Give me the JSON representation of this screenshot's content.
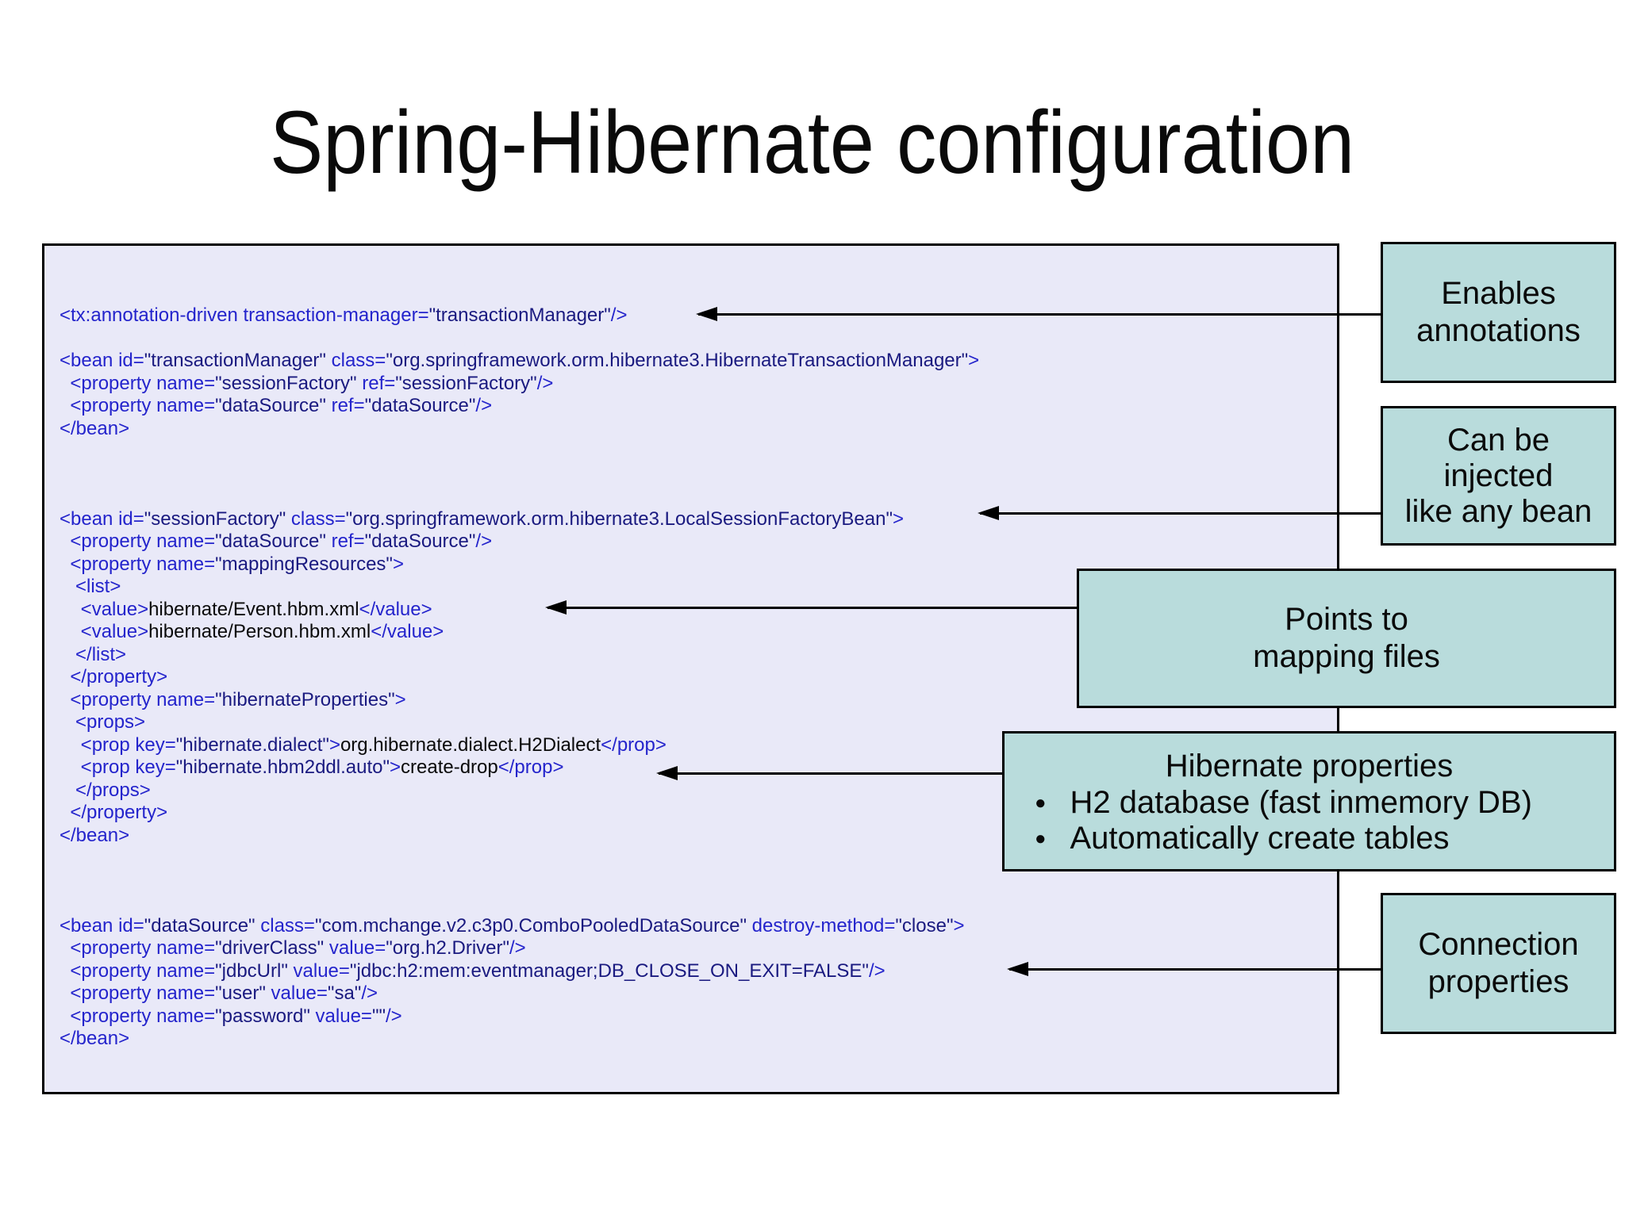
{
  "colors": {
    "tag_blue": "#2424cc",
    "value_navy": "#1a1a80",
    "content_black": "#0a0a0a",
    "panel_lavender": "#e9e9f8",
    "callout_teal": "#b9dcdc",
    "border_black": "#000000"
  },
  "title": "Spring-Hibernate configuration",
  "code": {
    "lines": [
      [
        {
          "c": "tag",
          "t": "<tx:annotation-driven transaction-manager="
        },
        {
          "c": "val",
          "t": "\"transactionManager\""
        },
        {
          "c": "tag",
          "t": "/>"
        }
      ],
      "",
      [
        {
          "c": "tag",
          "t": "<bean id="
        },
        {
          "c": "val",
          "t": "\"transactionManager\""
        },
        {
          "c": "tag",
          "t": " class="
        },
        {
          "c": "val",
          "t": "\"org.springframework.orm.hibernate3.HibernateTransactionManager\""
        },
        {
          "c": "tag",
          "t": ">"
        }
      ],
      [
        {
          "c": "tag",
          "t": "  <property name="
        },
        {
          "c": "val",
          "t": "\"sessionFactory\""
        },
        {
          "c": "tag",
          "t": " ref="
        },
        {
          "c": "val",
          "t": "\"sessionFactory\""
        },
        {
          "c": "tag",
          "t": "/>"
        }
      ],
      [
        {
          "c": "tag",
          "t": "  <property name="
        },
        {
          "c": "val",
          "t": "\"dataSource\""
        },
        {
          "c": "tag",
          "t": " ref="
        },
        {
          "c": "val",
          "t": "\"dataSource\""
        },
        {
          "c": "tag",
          "t": "/>"
        }
      ],
      [
        {
          "c": "tag",
          "t": "</bean>"
        }
      ],
      "",
      "",
      "",
      [
        {
          "c": "tag",
          "t": "<bean id="
        },
        {
          "c": "val",
          "t": "\"sessionFactory\""
        },
        {
          "c": "tag",
          "t": " class="
        },
        {
          "c": "val",
          "t": "\"org.springframework.orm.hibernate3.LocalSessionFactoryBean\""
        },
        {
          "c": "tag",
          "t": ">"
        }
      ],
      [
        {
          "c": "tag",
          "t": "  <property name="
        },
        {
          "c": "val",
          "t": "\"dataSource\""
        },
        {
          "c": "tag",
          "t": " ref="
        },
        {
          "c": "val",
          "t": "\"dataSource\""
        },
        {
          "c": "tag",
          "t": "/>"
        }
      ],
      [
        {
          "c": "tag",
          "t": "  <property name="
        },
        {
          "c": "val",
          "t": "\"mappingResources\""
        },
        {
          "c": "tag",
          "t": ">"
        }
      ],
      [
        {
          "c": "tag",
          "t": "   <list>"
        }
      ],
      [
        {
          "c": "tag",
          "t": "    <value>"
        },
        {
          "c": "txt",
          "t": "hibernate/Event.hbm.xml"
        },
        {
          "c": "tag",
          "t": "</value>"
        }
      ],
      [
        {
          "c": "tag",
          "t": "    <value>"
        },
        {
          "c": "txt",
          "t": "hibernate/Person.hbm.xml"
        },
        {
          "c": "tag",
          "t": "</value>"
        }
      ],
      [
        {
          "c": "tag",
          "t": "   </list>"
        }
      ],
      [
        {
          "c": "tag",
          "t": "  </property>"
        }
      ],
      [
        {
          "c": "tag",
          "t": "  <property name="
        },
        {
          "c": "val",
          "t": "\"hibernateProperties\""
        },
        {
          "c": "tag",
          "t": ">"
        }
      ],
      [
        {
          "c": "tag",
          "t": "   <props>"
        }
      ],
      [
        {
          "c": "tag",
          "t": "    <prop key="
        },
        {
          "c": "val",
          "t": "\"hibernate.dialect\""
        },
        {
          "c": "tag",
          "t": ">"
        },
        {
          "c": "txt",
          "t": "org.hibernate.dialect.H2Dialect"
        },
        {
          "c": "tag",
          "t": "</prop>"
        }
      ],
      [
        {
          "c": "tag",
          "t": "    <prop key="
        },
        {
          "c": "val",
          "t": "\"hibernate.hbm2ddl.auto\""
        },
        {
          "c": "tag",
          "t": ">"
        },
        {
          "c": "txt",
          "t": "create-drop"
        },
        {
          "c": "tag",
          "t": "</prop>"
        }
      ],
      [
        {
          "c": "tag",
          "t": "   </props>"
        }
      ],
      [
        {
          "c": "tag",
          "t": "  </property>"
        }
      ],
      [
        {
          "c": "tag",
          "t": "</bean>"
        }
      ],
      "",
      "",
      "",
      [
        {
          "c": "tag",
          "t": "<bean id="
        },
        {
          "c": "val",
          "t": "\"dataSource\""
        },
        {
          "c": "tag",
          "t": " class="
        },
        {
          "c": "val",
          "t": "\"com.mchange.v2.c3p0.ComboPooledDataSource\""
        },
        {
          "c": "tag",
          "t": " destroy-method="
        },
        {
          "c": "val",
          "t": "\"close\""
        },
        {
          "c": "tag",
          "t": ">"
        }
      ],
      [
        {
          "c": "tag",
          "t": "  <property name="
        },
        {
          "c": "val",
          "t": "\"driverClass\""
        },
        {
          "c": "tag",
          "t": " value="
        },
        {
          "c": "val",
          "t": "\"org.h2.Driver\""
        },
        {
          "c": "tag",
          "t": "/>"
        }
      ],
      [
        {
          "c": "tag",
          "t": "  <property name="
        },
        {
          "c": "val",
          "t": "\"jdbcUrl\""
        },
        {
          "c": "tag",
          "t": " value="
        },
        {
          "c": "val",
          "t": "\"jdbc:h2:mem:eventmanager;DB_CLOSE_ON_EXIT=FALSE\""
        },
        {
          "c": "tag",
          "t": "/>"
        }
      ],
      [
        {
          "c": "tag",
          "t": "  <property name="
        },
        {
          "c": "val",
          "t": "\"user\""
        },
        {
          "c": "tag",
          "t": " value="
        },
        {
          "c": "val",
          "t": "\"sa\""
        },
        {
          "c": "tag",
          "t": "/>"
        }
      ],
      [
        {
          "c": "tag",
          "t": "  <property name="
        },
        {
          "c": "val",
          "t": "\"password\""
        },
        {
          "c": "tag",
          "t": " value="
        },
        {
          "c": "val",
          "t": "\"\""
        },
        {
          "c": "tag",
          "t": "/>"
        }
      ],
      [
        {
          "c": "tag",
          "t": "</bean>"
        }
      ]
    ]
  },
  "callouts": {
    "enables": "Enables\nannotations",
    "injected": "Can be\ninjected\nlike any bean",
    "mapping": "Points to\nmapping files",
    "hibernate": {
      "title": "Hibernate properties",
      "bullets": [
        "H2 database (fast inmemory DB)",
        "Automatically create tables"
      ]
    },
    "connection": "Connection\nproperties"
  }
}
